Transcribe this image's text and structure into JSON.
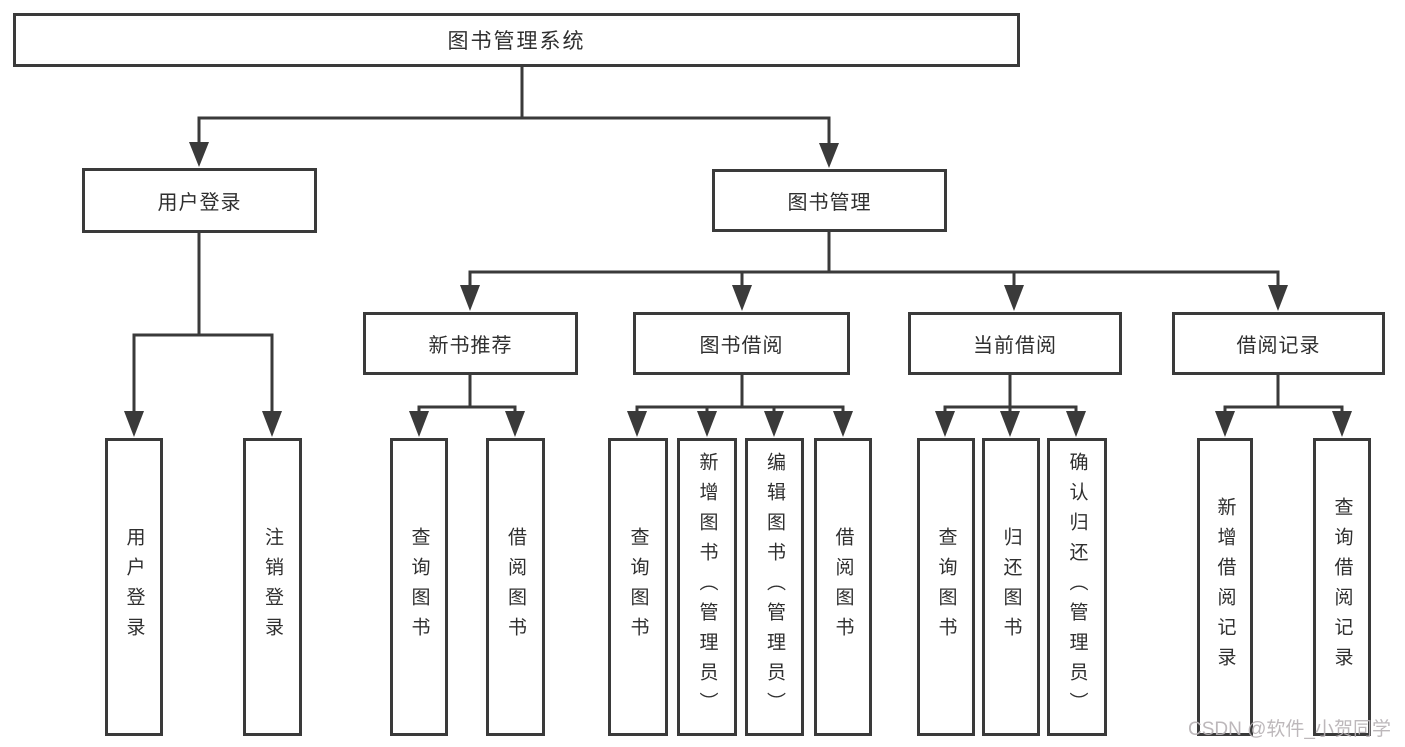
{
  "colors": {
    "line": "#3a3a3a",
    "text": "#2f2f2f",
    "box_bg": "#ffffff",
    "page_bg": "#ffffff",
    "watermark": "#b8b3b6"
  },
  "watermark": {
    "text": "CSDN @软件_小贺同学"
  },
  "tree": {
    "root": {
      "label": "图书管理系统",
      "children": [
        {
          "label": "用户登录",
          "children": [
            {
              "label": "用户登录"
            },
            {
              "label": "注销登录"
            }
          ]
        },
        {
          "label": "图书管理",
          "children": [
            {
              "label": "新书推荐",
              "children": [
                {
                  "label": "查询图书"
                },
                {
                  "label": "借阅图书"
                }
              ]
            },
            {
              "label": "图书借阅",
              "children": [
                {
                  "label": "查询图书"
                },
                {
                  "label": "新增图书（管理员）"
                },
                {
                  "label": "编辑图书（管理员）"
                },
                {
                  "label": "借阅图书"
                }
              ]
            },
            {
              "label": "当前借阅",
              "children": [
                {
                  "label": "查询图书"
                },
                {
                  "label": "归还图书"
                },
                {
                  "label": "确认归还（管理员）"
                }
              ]
            },
            {
              "label": "借阅记录",
              "children": [
                {
                  "label": "新增借阅记录"
                },
                {
                  "label": "查询借阅记录"
                }
              ]
            }
          ]
        }
      ]
    }
  }
}
